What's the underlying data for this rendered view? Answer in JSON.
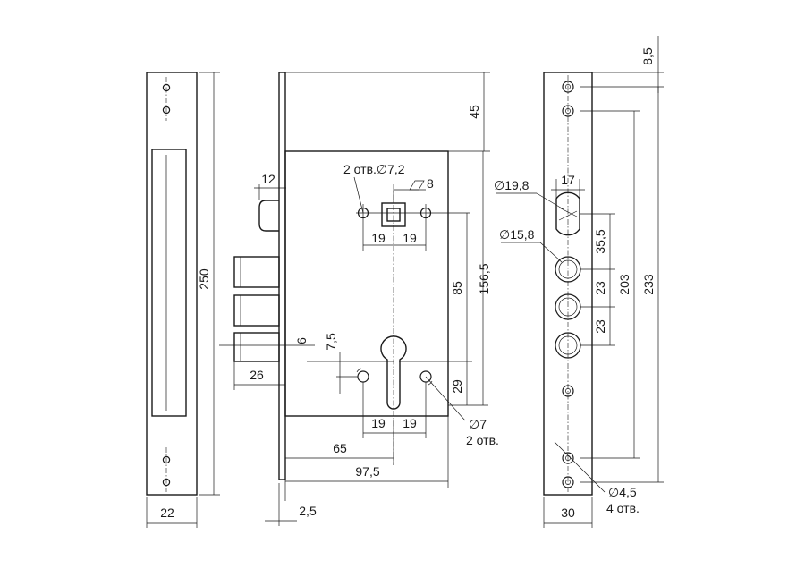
{
  "dimensions": {
    "plate_height": "250",
    "plate_width_left": "22",
    "latch_width": "12",
    "bolt_projection": "26",
    "backset_65": "65",
    "backset_97": "97,5",
    "faceplate_thickness": "2,5",
    "top_offset": "45",
    "spindle_holes": "2 отв.∅7,2",
    "square_spindle": "8",
    "spindle_spacing_left": "19",
    "spindle_spacing_right": "19",
    "dim_6": "6",
    "dim_7_5": "7,5",
    "dim_85": "85",
    "dim_156_5": "156,5",
    "dim_29": "29",
    "cyl_spacing_left": "19",
    "cyl_spacing_right": "19",
    "cyl_holes_dia": "∅7",
    "cyl_holes_count": "2 отв.",
    "top_edge_8_5": "8,5",
    "dia_19_8": "∅19,8",
    "dim_17": "17",
    "dia_15_8": "∅15,8",
    "dim_35_5": "35,5",
    "dim_23_a": "23",
    "dim_23_b": "23",
    "dim_203": "203",
    "dim_233": "233",
    "screw_holes_dia": "∅4,5",
    "screw_holes_count": "4 отв.",
    "plate_width_right": "30"
  }
}
